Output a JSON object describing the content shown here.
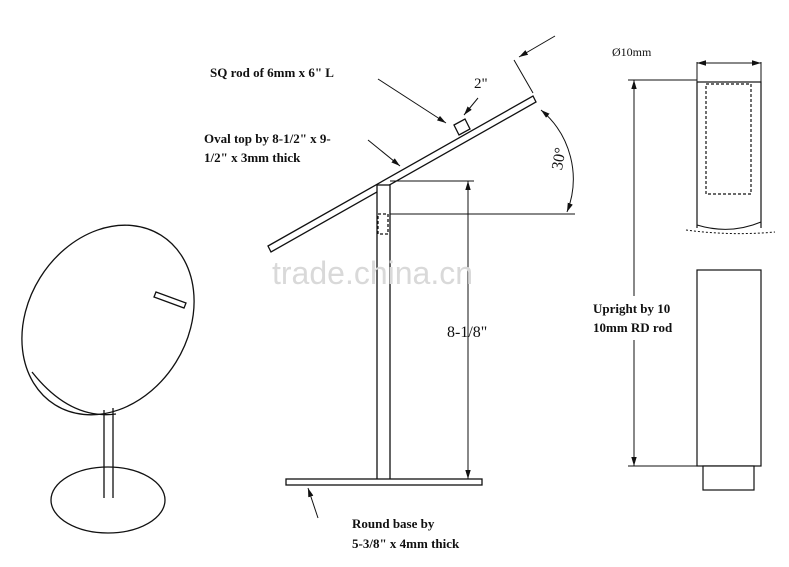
{
  "labels": {
    "sq_rod": "SQ rod of 6mm x 6\" L",
    "oval_top_line1": "Oval top by 8-1/2\" x 9-",
    "oval_top_line2": "1/2\" x 3mm thick",
    "round_base_line1": "Round base by",
    "round_base_line2": "5-3/8\" x 4mm thick",
    "upright_line1": "Upright by 10",
    "upright_line2": "10mm RD rod"
  },
  "dimensions": {
    "rod_offset": "2\"",
    "tilt_angle": "30°",
    "height": "8-1/8\"",
    "diameter": "Ø10mm"
  },
  "watermark": "trade.china.cn",
  "colors": {
    "line": "#111111",
    "watermark": "#d9d9d9"
  }
}
